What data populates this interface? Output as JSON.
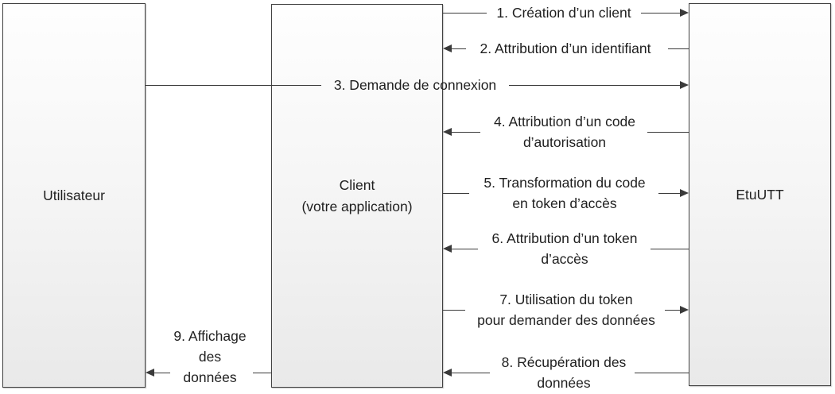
{
  "actors": [
    {
      "name": "Utilisateur"
    },
    {
      "name": "Client\n(votre application)"
    },
    {
      "name": "EtuUTT"
    }
  ],
  "messages": [
    {
      "label": "1. Création d’un client",
      "from": "Client",
      "to": "EtuUTT",
      "direction": "right"
    },
    {
      "label": "2. Attribution d’un identifiant",
      "from": "EtuUTT",
      "to": "Client",
      "direction": "left"
    },
    {
      "label": "3. Demande de connexion",
      "from": "Utilisateur",
      "to": "EtuUTT",
      "direction": "right"
    },
    {
      "label": "4. Attribution d’un code\nd’autorisation",
      "from": "EtuUTT",
      "to": "Client",
      "direction": "left"
    },
    {
      "label": "5. Transformation du code\nen token d’accès",
      "from": "Client",
      "to": "EtuUTT",
      "direction": "right"
    },
    {
      "label": "6. Attribution d’un token\nd’accès",
      "from": "EtuUTT",
      "to": "Client",
      "direction": "left"
    },
    {
      "label": "7. Utilisation du token\npour demander des données",
      "from": "Client",
      "to": "EtuUTT",
      "direction": "right"
    },
    {
      "label": "8. Récupération des\ndonnées",
      "from": "EtuUTT",
      "to": "Client",
      "direction": "left"
    },
    {
      "label": "9. Affichage\ndes\ndonnées",
      "from": "Client",
      "to": "Utilisateur",
      "direction": "left"
    }
  ],
  "colors": {
    "background": "#ffffff",
    "line": "#3a3a3a",
    "box_border": "#404040",
    "box_fill_top": "#fefefe",
    "box_fill_bottom": "#e9e9e9",
    "text": "#1f1f1f"
  }
}
